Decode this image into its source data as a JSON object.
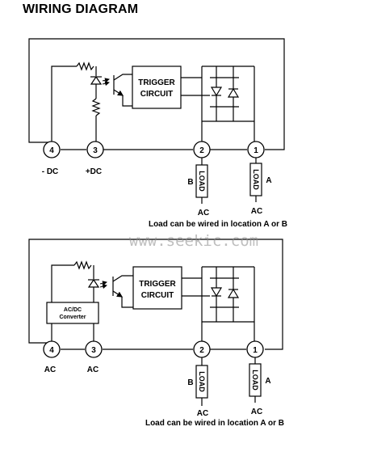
{
  "heading": "WIRING DIAGRAM",
  "watermark": "www.seekic.com",
  "diagram1": {
    "trigger_line1": "TRIGGER",
    "trigger_line2": "CIRCUIT",
    "terminals": [
      "4",
      "3",
      "2",
      "1"
    ],
    "term4_label": "- DC",
    "term3_label": "+DC",
    "load_b_letter": "B",
    "load_b_text": "LOAD",
    "load_b_ac": "AC",
    "load_a_letter": "A",
    "load_a_text": "LOAD",
    "load_a_ac": "AC",
    "caption": "Load can be wired in location A or B"
  },
  "diagram2": {
    "trigger_line1": "TRIGGER",
    "trigger_line2": "CIRCUIT",
    "converter_line1": "AC/DC",
    "converter_line2": "Converter",
    "terminals": [
      "4",
      "3",
      "2",
      "1"
    ],
    "term4_label": "AC",
    "term3_label": "AC",
    "load_b_letter": "B",
    "load_b_text": "LOAD",
    "load_b_ac": "AC",
    "load_a_letter": "A",
    "load_a_text": "LOAD",
    "load_a_ac": "AC",
    "caption": "Load can be wired in location A or B"
  }
}
